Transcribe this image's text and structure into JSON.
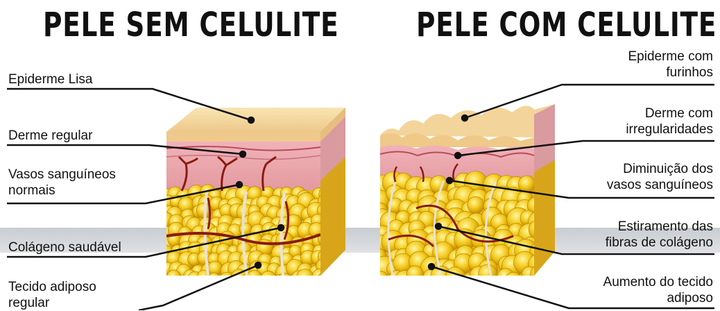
{
  "titles": {
    "left": "PELE SEM CELULITE",
    "right": "PELE COM CELULITE"
  },
  "left_labels": [
    {
      "id": "epiderme",
      "text": "Epiderme Lisa"
    },
    {
      "id": "derme",
      "text": "Derme regular"
    },
    {
      "id": "vasos",
      "text": "Vasos sanguíneos\nnormais"
    },
    {
      "id": "colageno",
      "text": "Colágeno saudável"
    },
    {
      "id": "tecido",
      "text": "Tecido adiposo\nregular"
    }
  ],
  "right_labels": [
    {
      "id": "epiderme",
      "text": "Epiderme com\nfurinhos"
    },
    {
      "id": "derme",
      "text": "Derme com\nirregularidades"
    },
    {
      "id": "vasos",
      "text": "Diminuição dos\nvasos sanguíneos"
    },
    {
      "id": "colageno",
      "text": "Estiramento das\nfibras de colágeno"
    },
    {
      "id": "tecido",
      "text": "Aumento do tecido\nadiposo"
    }
  ],
  "colors": {
    "epidermis": "#f2d79a",
    "dermis": "#eaa3a8",
    "fat": "#f2c21b",
    "vessel": "#8b1a10",
    "line": "#111111"
  }
}
